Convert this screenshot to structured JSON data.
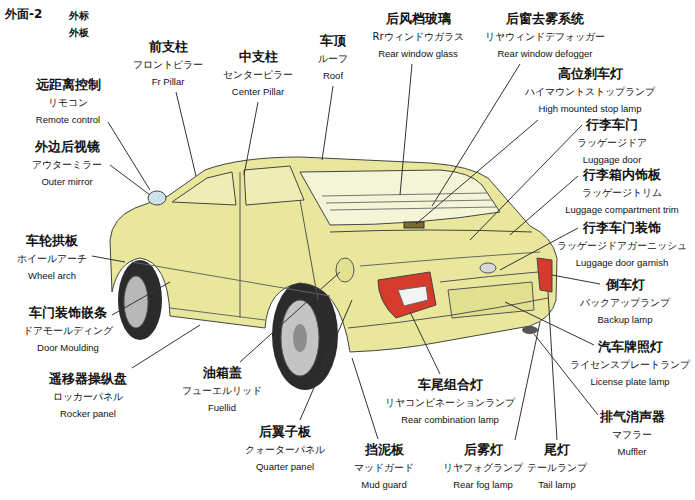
{
  "diagram": {
    "title": "外面-2",
    "labels": [
      "外标",
      "外板",
      "前支柱",
      "フロントピラー",
      "Fr Pillar",
      "中支柱",
      "センターピラー",
      "Center Pillar",
      "车顶",
      "ルーフ",
      "Roof",
      "后风档玻璃",
      "Rrウィンドウガラス",
      "Rear window glass",
      "后窗去雾系统",
      "リヤウィンドデフォッガー",
      "Rear window defogger",
      "高位刹车灯",
      "ハイマウントストップランプ",
      "High mounted stop lamp",
      "行李车门",
      "ラッゲージドア",
      "Luggage door",
      "行李箱内饰板",
      "ラッゲージトリム",
      "Luggage compartment trim",
      "行李车门装饰",
      "ラッゲージドアガーニッシュ",
      "Luggage door garnish",
      "倒车灯",
      "バックアップランプ",
      "Backup lamp",
      "汽车牌照灯",
      "ライセンスプレートランプ",
      "License plate lamp",
      "排气消声器",
      "マフラー",
      "Muffler",
      "尾灯",
      "テールランプ",
      "Tail lamp",
      "后雾灯",
      "リヤフォグランプ",
      "Rear fog lamp",
      "挡泥板",
      "マッドガード",
      "Mud guard",
      "后翼子板",
      "クォーターパネル",
      "Quarter panel",
      "车尾组合灯",
      "リヤコンビネーションランプ",
      "Rear combination lamp",
      "油箱盖",
      "フューエルリッド",
      "Fuellid",
      "遥移器操纵盘",
      "ロッカーパネル",
      "Rocker panel",
      "车门装饰嵌条",
      "ドアモールディング",
      "Door Moulding",
      "车轮拱板",
      "ホイールアーチ",
      "Wheel arch",
      "外边后视镜",
      "アウターミラー",
      "Outer mirror",
      "远距离控制",
      "リモコン",
      "Remote control"
    ]
  }
}
